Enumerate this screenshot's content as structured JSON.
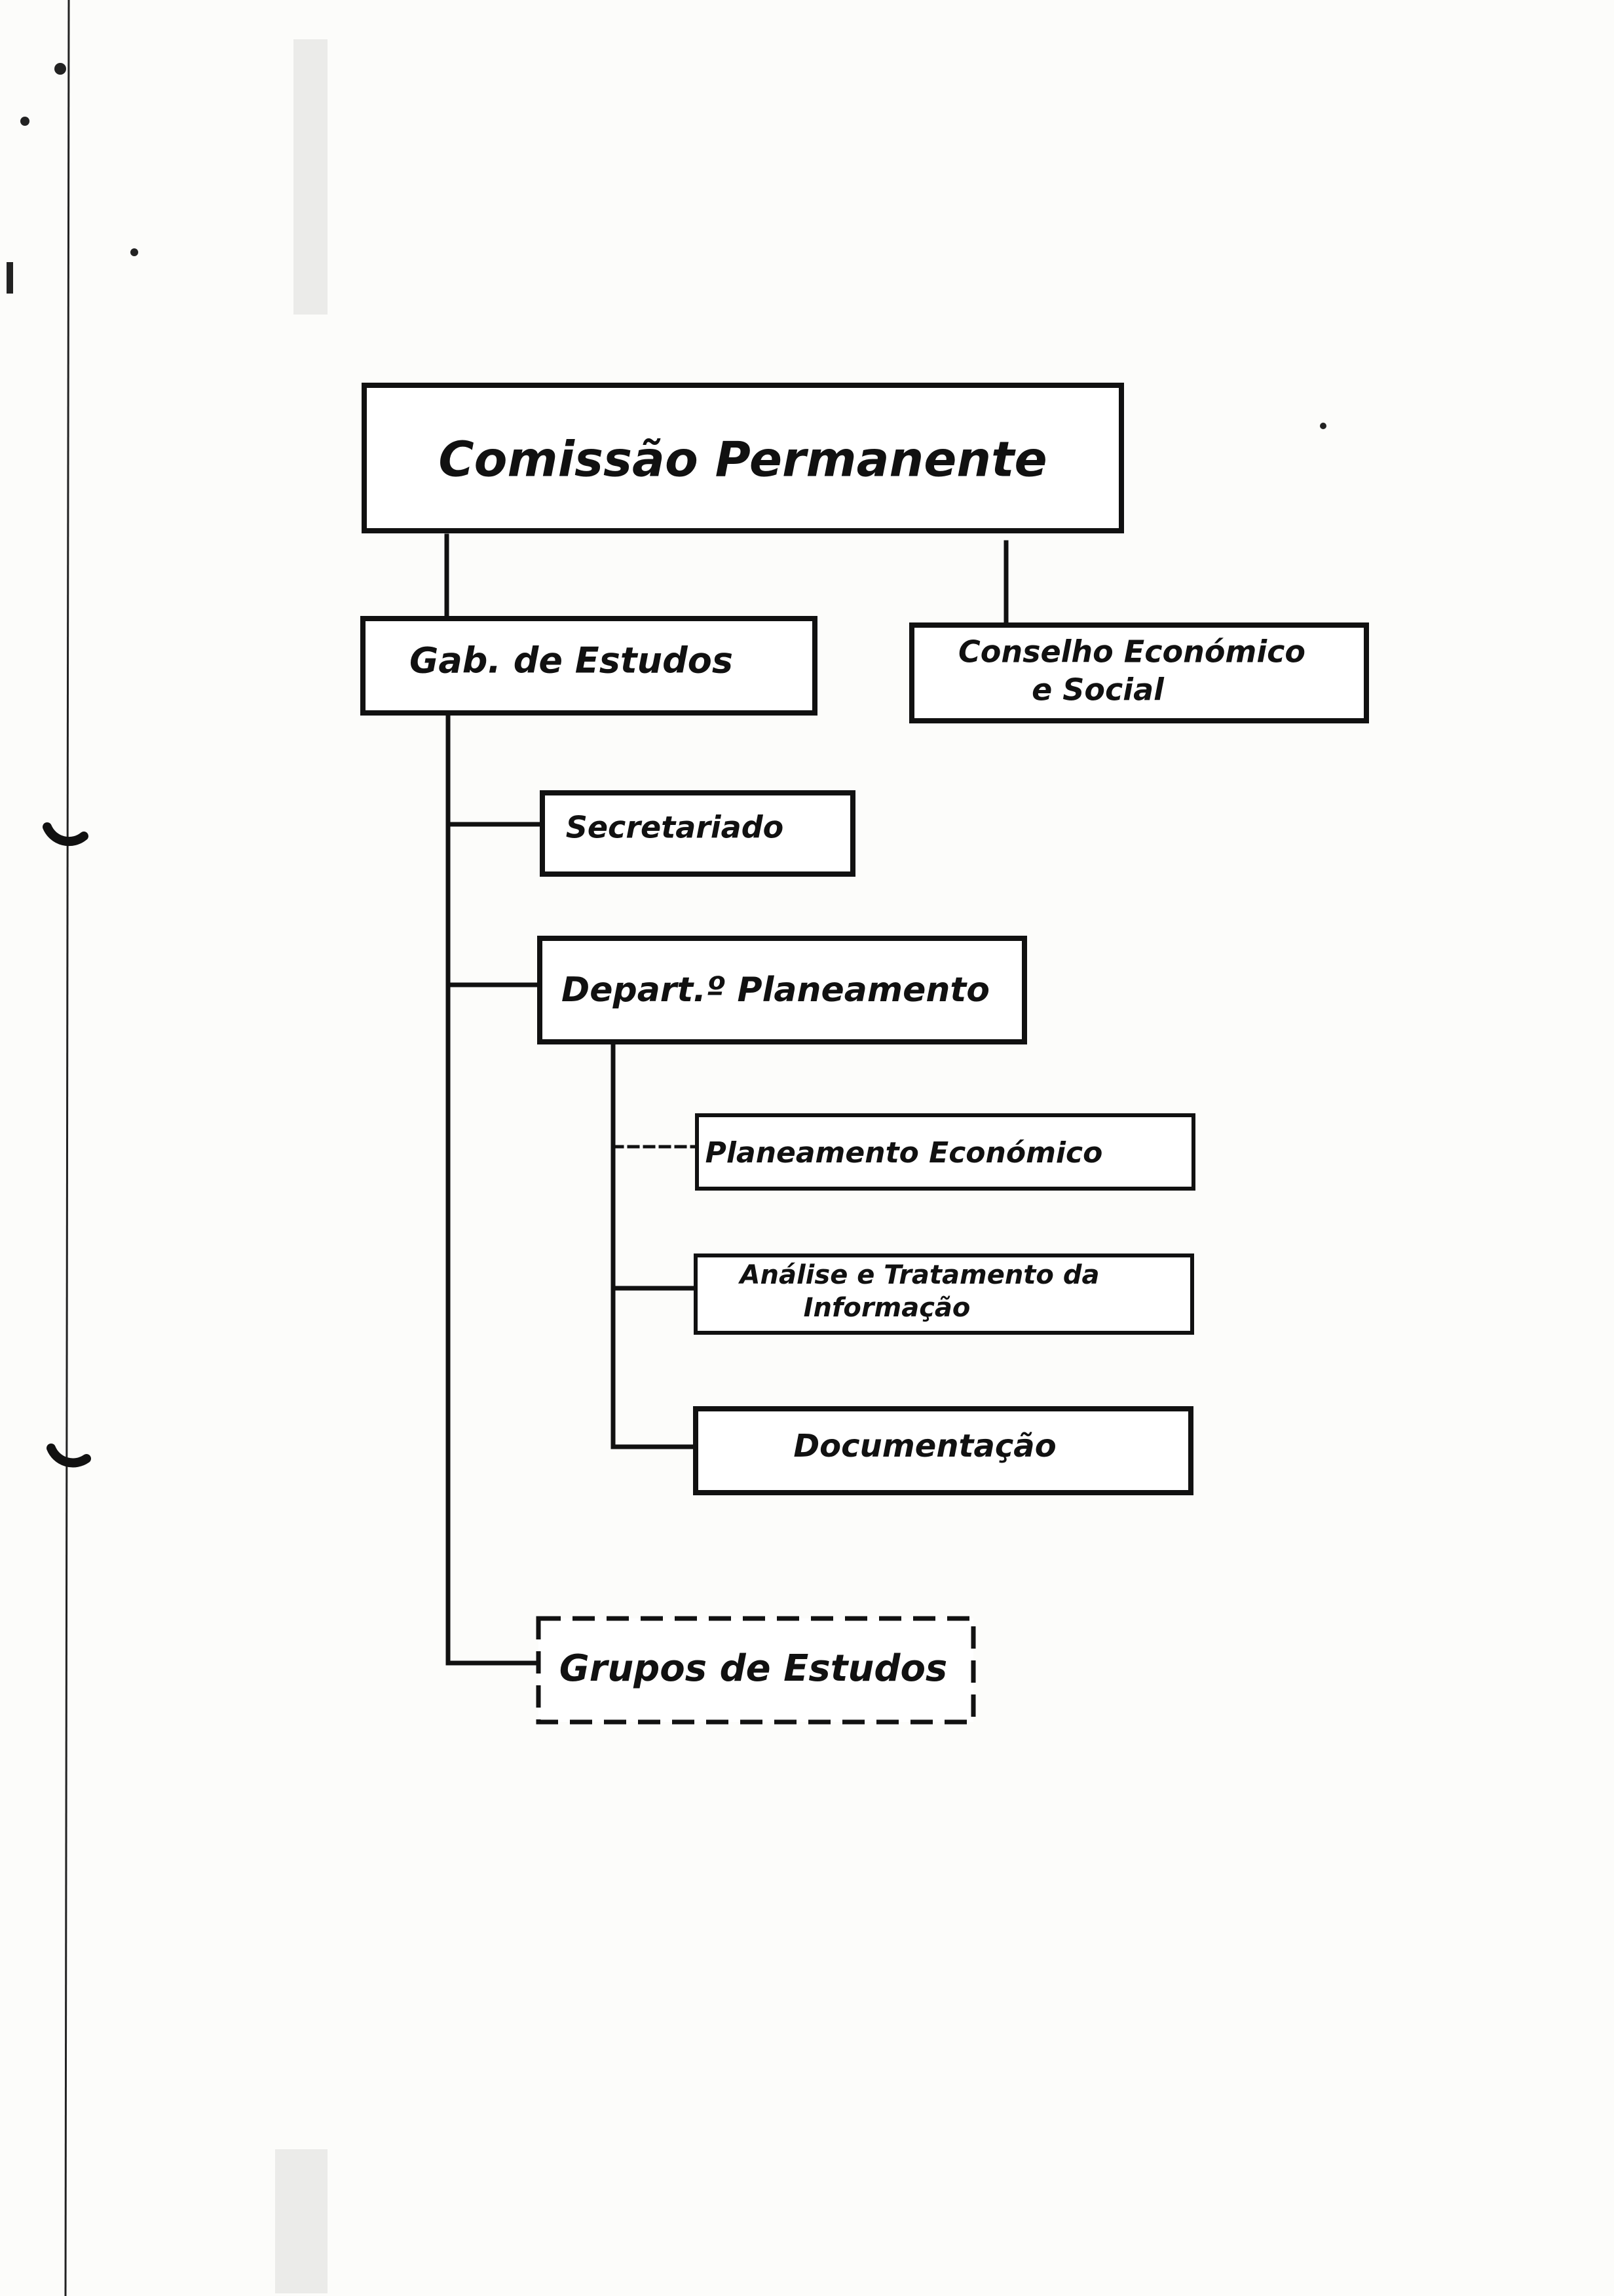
{
  "org_chart": {
    "top": {
      "label": "Comissão Permanente"
    },
    "gabinete": {
      "label": "Gab. de Estudos"
    },
    "conselho": {
      "label_line1": "Conselho Económico",
      "label_line2": "e Social"
    },
    "secretariado": {
      "label": "Secretariado"
    },
    "departamento": {
      "label": "Depart.º Planeamento"
    },
    "planeamento_economico": {
      "label": "Planeamento Económico"
    },
    "analise": {
      "label_line1": "Análise e Tratamento da",
      "label_line2": "Informação"
    },
    "documentacao": {
      "label": "Documentação"
    },
    "grupos": {
      "label": "Grupos de Estudos"
    }
  },
  "colors": {
    "ink": "#111111",
    "paper": "#fcfcfa"
  }
}
